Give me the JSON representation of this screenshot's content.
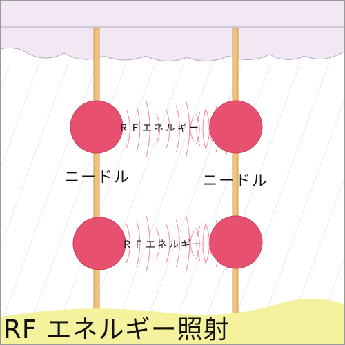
{
  "labels": {
    "needle_left": "ニードル",
    "needle_right": "ニードル",
    "rf_top": "ＲＦエネルギー",
    "rf_bottom": "ＲＦエネルギー"
  },
  "caption": "RF エネルギー照射",
  "colors": {
    "skin_surface": "#f1e8f4",
    "skin_outline": "#b8a6bf",
    "needle": "#f0c27a",
    "needle_outline": "#c9974a",
    "electrode": "#e8506f",
    "electrode_outline": "#c73a5c",
    "rf_wave": "#f08a9a",
    "tissue_lines": "#e8e8ee",
    "caption_band": "#f4f29c"
  }
}
